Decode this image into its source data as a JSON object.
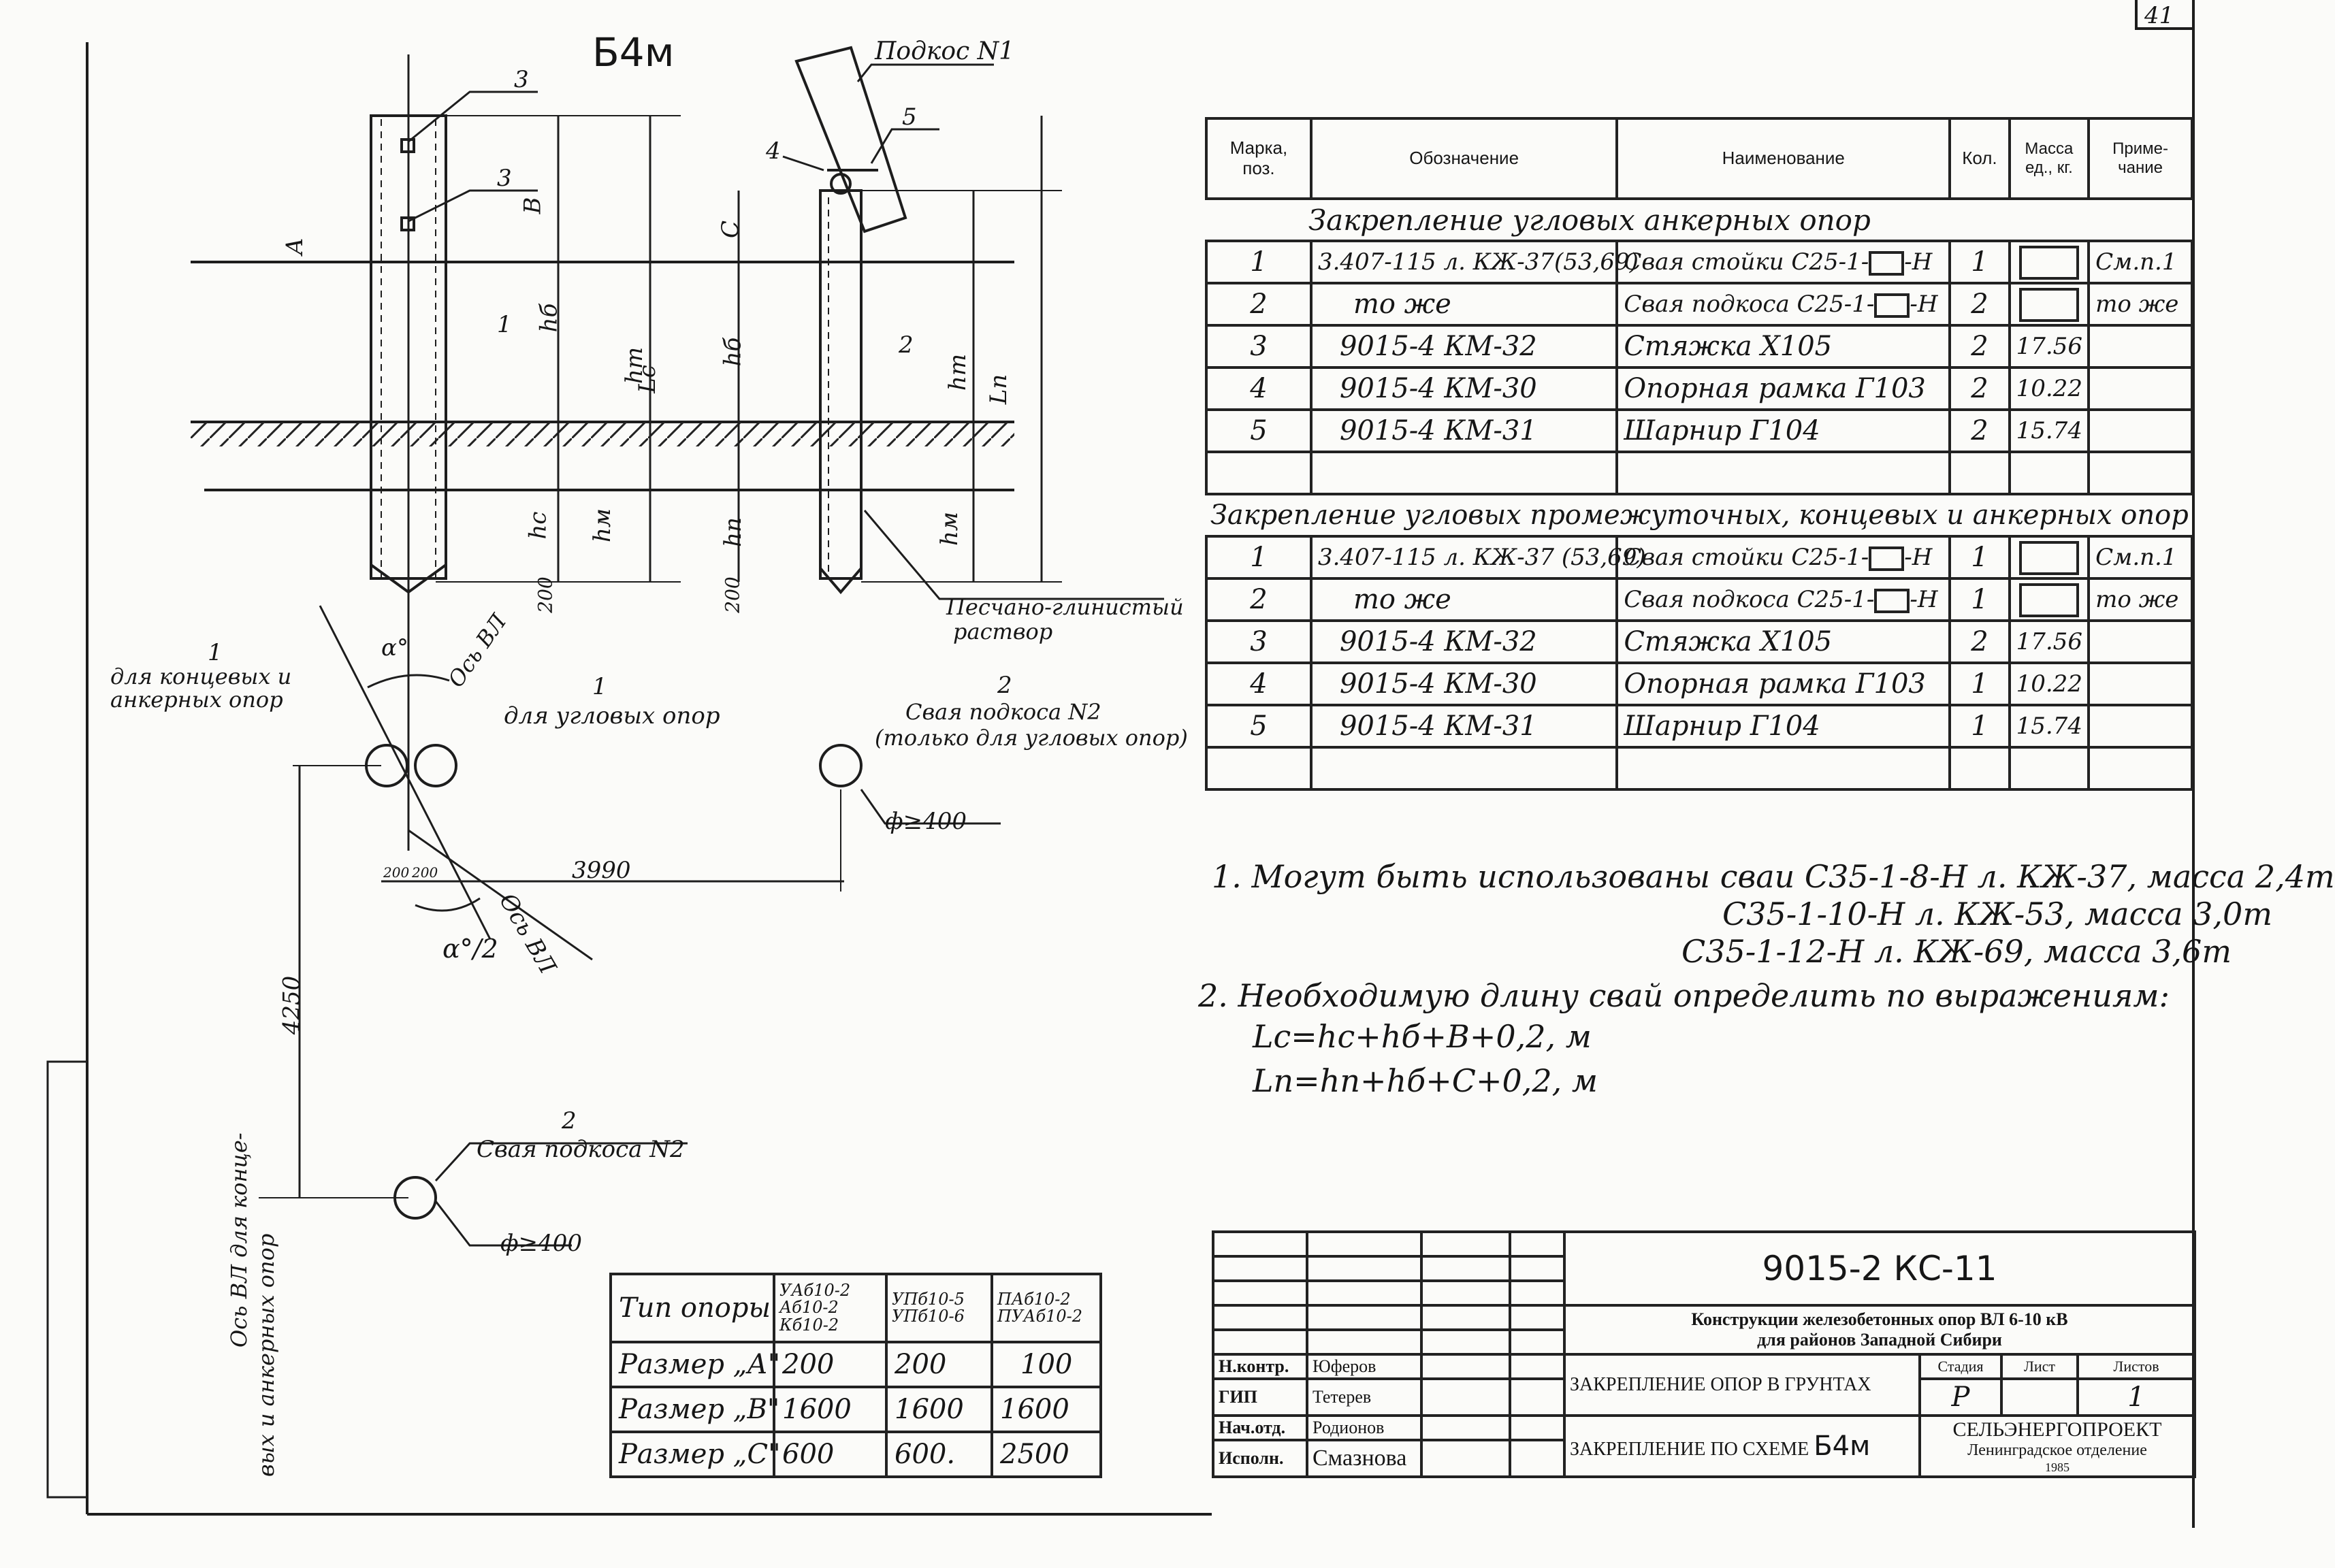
{
  "page_number": "41",
  "drawing_title": "Б4м",
  "leaders": {
    "strut1": "Подкос N1",
    "pos3": "3",
    "pos4": "4",
    "pos5": "5",
    "pos1": "1",
    "pos2": "2"
  },
  "dims": {
    "A": "А",
    "B": "В",
    "C": "С",
    "hb": "hб",
    "ht": "hт",
    "Lc": "Lс",
    "Ln": "Lп",
    "hc": "hс",
    "hm": "hм",
    "hn": "hп",
    "d200a": "200",
    "d200b": "200",
    "d3990": "3990",
    "d4250": "4250",
    "d200x": "200",
    "d200y": "200"
  },
  "labels": {
    "sand_clay_1": "Песчано-глинистый",
    "sand_clay_2": "раствор",
    "alpha": "α°",
    "alpha_half": "α°/2",
    "axis_vl_1": "Ось ВЛ",
    "axis_vl_2": "Ось ВЛ",
    "for_end_num": "1",
    "for_end_1": "для концевых и",
    "for_end_2": "анкерных опор",
    "for_corner_num": "1",
    "for_corner": "для угловых опор",
    "strut2_num_a": "2",
    "strut2_a_1": "Свая подкоса N2",
    "strut2_a_2": "(только для угловых опор)",
    "phi_a": "ф≥400",
    "strut2_num_b": "2",
    "strut2_b": "Свая подкоса N2",
    "phi_b": "ф≥400",
    "axis_end_1": "Ось ВЛ для конце-",
    "axis_end_2": "вых и анкерных опор"
  },
  "spec": {
    "headers": [
      "Марка, поз.",
      "Обозначение",
      "Наименование",
      "Кол.",
      "Масса ед., кг.",
      "Приме-чание"
    ],
    "section1": "Закрепление угловых анкерных опор",
    "rows1": [
      [
        "1",
        "3.407-115 л. КЖ-37(53,69)",
        "Свая стойки С25-1-",
        "-Н",
        "1",
        "",
        "См.п.1"
      ],
      [
        "2",
        "то же",
        "Свая подкоса С25-1-",
        "-Н",
        "2",
        "",
        "то же"
      ],
      [
        "3",
        "9015-4 КМ-32",
        "Стяжка Х105",
        "",
        "2",
        "17.56",
        ""
      ],
      [
        "4",
        "9015-4 КМ-30",
        "Опорная рамка Г103",
        "",
        "2",
        "10.22",
        ""
      ],
      [
        "5",
        "9015-4 КМ-31",
        "Шарнир Г104",
        "",
        "2",
        "15.74",
        ""
      ]
    ],
    "section2": "Закрепление угловых промежуточных, концевых и анкерных опор",
    "rows2": [
      [
        "1",
        "3.407-115 л. КЖ-37 (53,69)",
        "Свая стойки С25-1-",
        "-Н",
        "1",
        "",
        "См.п.1"
      ],
      [
        "2",
        "то же",
        "Свая подкоса С25-1-",
        "-Н",
        "1",
        "",
        "то же"
      ],
      [
        "3",
        "9015-4 КМ-32",
        "Стяжка Х105",
        "",
        "2",
        "17.56",
        ""
      ],
      [
        "4",
        "9015-4 КМ-30",
        "Опорная рамка Г103",
        "",
        "1",
        "10.22",
        ""
      ],
      [
        "5",
        "9015-4 КМ-31",
        "Шарнир Г104",
        "",
        "1",
        "15.74",
        ""
      ]
    ]
  },
  "notes": {
    "n1a": "1. Могут быть использованы сваи С35-1-8-Н л. КЖ-37, масса 2,4т",
    "n1b": "С35-1-10-Н л. КЖ-53, масса 3,0т",
    "n1c": "С35-1-12-Н л. КЖ-69, масса 3,6т",
    "n2": "2. Необходимую длину свай определить по выражениям:",
    "f1": "Lс=hс+hб+В+0,2, м",
    "f2": "Lп=hп+hб+С+0,2, м"
  },
  "sizes": {
    "head_label": "Тип опоры",
    "types": [
      [
        "УАб10-2",
        "Аб10-2",
        "Кб10-2"
      ],
      [
        "УПб10-5",
        "УПб10-6"
      ],
      [
        "ПАб10-2",
        "ПУАб10-2"
      ]
    ],
    "rows": [
      {
        "label": "Размер „А\"",
        "values": [
          "200",
          "200",
          "100"
        ]
      },
      {
        "label": "Размер „В\"",
        "values": [
          "1600",
          "1600",
          "1600"
        ]
      },
      {
        "label": "Размер „С\"",
        "values": [
          "600",
          "600.",
          "2500"
        ]
      }
    ]
  },
  "title_block": {
    "code": "9015-2 КС-11",
    "desc_1": "Конструкции железобетонных опор ВЛ 6-10 кВ",
    "desc_2": "для районов Западной Сибири",
    "sheet_title_1": "ЗАКРЕПЛЕНИЕ ОПОР В ГРУНТАХ",
    "sheet_title_2": "ЗАКРЕПЛЕНИЕ ПО СХЕМЕ",
    "scheme": "Б4м",
    "stage_h": "Стадия",
    "sheet_h": "Лист",
    "sheets_h": "Листов",
    "stage": "Р",
    "sheets": "1",
    "org": "СЕЛЬЭНЕРГОПРОЕКТ",
    "branch": "Ленинградское отделение",
    "year": "1985",
    "people": [
      {
        "role": "Н.контр.",
        "name": "Юферов"
      },
      {
        "role": "ГИП",
        "name": "Тетерев"
      },
      {
        "role": "Нач.отд.",
        "name": "Родионов"
      },
      {
        "role": "Исполн.",
        "name": "Смазнова"
      }
    ]
  }
}
